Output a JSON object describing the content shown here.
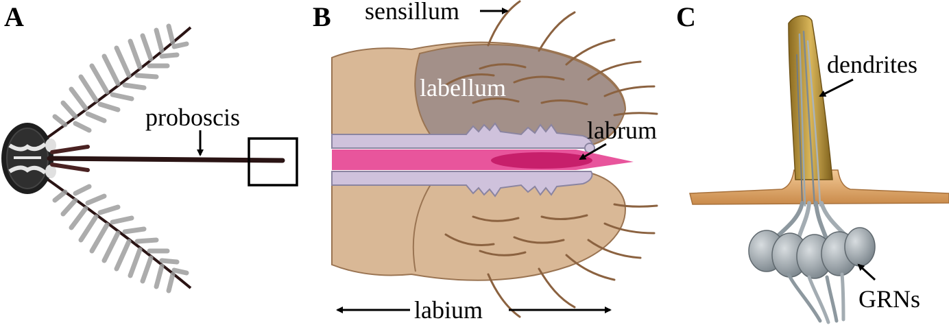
{
  "panels": [
    {
      "letter": "A",
      "labels": {
        "proboscis": "proboscis"
      }
    },
    {
      "letter": "B",
      "labels": {
        "sensillum": "sensillum",
        "labellum": "labellum",
        "labrum": "labrum",
        "labium": "labium"
      }
    },
    {
      "letter": "C",
      "labels": {
        "dendrites": "dendrites",
        "grns": "GRNs"
      }
    }
  ],
  "colors": {
    "labium_tan": "#d9b896",
    "labellum_mauve": "#a39089",
    "outline_brown": "#9a7452",
    "bristle_brown": "#8b6240",
    "stylet_lavender": "#cfc2dc",
    "stylet_outline": "#8a84a0",
    "labrum_pink": "#e8559c",
    "labrum_dark": "#c71f6b",
    "sensillum_gold": "#c9a24a",
    "tissue_orange": "#e8b27a",
    "neuron_grey": "#9aa3a9",
    "mosquito_dark": "#2a1414"
  }
}
